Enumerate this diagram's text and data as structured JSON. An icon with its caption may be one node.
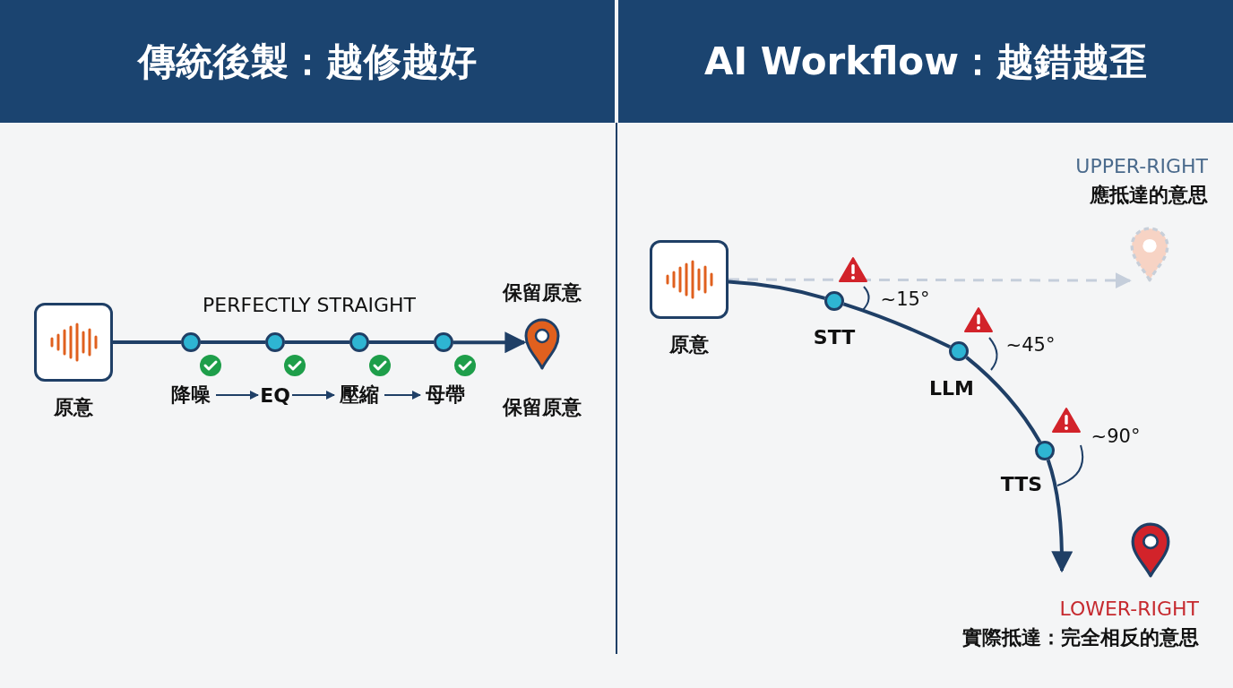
{
  "diagram": {
    "nodes": [
      {
        "text": [
          "傳統後製：越修越好"
        ]
      },
      {
        "text": [
          "AI Workflow：越錯越歪"
        ]
      },
      {
        "text": [],
        "shape": "box",
        "beside": [
          "原意"
        ]
      },
      {
        "text": [],
        "shape": "circle"
      },
      {
        "text": [],
        "shape": "circle"
      },
      {
        "text": [],
        "shape": "circle"
      },
      {
        "text": [],
        "shape": "circle"
      },
      {
        "text": [],
        "shape": "pin",
        "beside": [
          "保留原意",
          "保留原意"
        ]
      },
      {
        "text": [
          "降噪"
        ]
      },
      {
        "text": [
          "EQ"
        ]
      },
      {
        "text": [
          "壓縮"
        ]
      },
      {
        "text": [
          "母帶"
        ]
      },
      {
        "text": [],
        "shape": "box",
        "beside": [
          "原意"
        ]
      },
      {
        "text": [],
        "shape": "circle",
        "beside": [
          "STT"
        ]
      },
      {
        "text": [],
        "shape": "circle",
        "beside": [
          "LLM"
        ]
      },
      {
        "text": [],
        "shape": "circle",
        "beside": [
          "TTS"
        ]
      },
      {
        "text": [],
        "shape": "pin",
        "beside": [
          "UPPER-RIGHT",
          "應抵達的意思"
        ]
      },
      {
        "text": [],
        "shape": "pin",
        "beside": [
          "LOWER-RIGHT",
          "實際抵達：完全相反的意思"
        ]
      }
    ],
    "edges": [
      {
        "from": 2,
        "to": 3,
        "arrow": "none"
      },
      {
        "from": 3,
        "to": 4,
        "arrow": "none"
      },
      {
        "from": 4,
        "to": 5,
        "arrow": "none"
      },
      {
        "from": 5,
        "to": 6,
        "arrow": "none"
      },
      {
        "from": 6,
        "to": 7,
        "arrow": "to"
      },
      {
        "from": 8,
        "to": 9,
        "arrow": "to"
      },
      {
        "from": 9,
        "to": 10,
        "arrow": "to"
      },
      {
        "from": 10,
        "to": 11,
        "arrow": "to"
      },
      {
        "from": 12,
        "to": 16,
        "arrow": "to",
        "style": "dashed",
        "color": "#c5cedb"
      },
      {
        "from": 12,
        "to": 13,
        "arrow": "none"
      },
      {
        "from": 13,
        "to": 14,
        "arrow": "none"
      },
      {
        "from": 14,
        "to": 15,
        "arrow": "none"
      },
      {
        "from": 15,
        "to": 17,
        "arrow": "to"
      }
    ],
    "labels": [
      "PERFECTLY STRAIGHT",
      "~15°",
      "~45°",
      "~90°"
    ]
  }
}
